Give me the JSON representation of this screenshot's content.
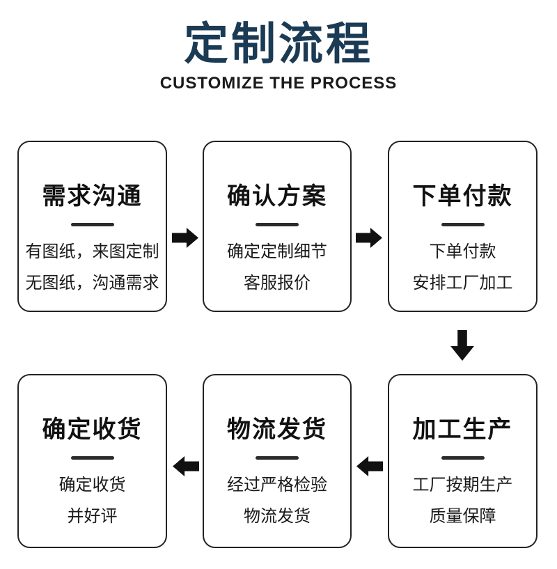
{
  "header": {
    "title": "定制流程",
    "subtitle": "CUSTOMIZE THE PROCESS"
  },
  "colors": {
    "title_navy": "#1b3a54",
    "text_black": "#1a1a1a",
    "arrow_black": "#111111",
    "box_border": "#222222",
    "background": "#ffffff"
  },
  "steps": [
    {
      "title": "需求沟通",
      "lines": [
        "有图纸，来图定制",
        "无图纸，沟通需求"
      ]
    },
    {
      "title": "确认方案",
      "lines": [
        "确定定制细节",
        "客服报价"
      ]
    },
    {
      "title": "下单付款",
      "lines": [
        "下单付款",
        "安排工厂加工"
      ]
    },
    {
      "title": "加工生产",
      "lines": [
        "工厂按期生产",
        "质量保障"
      ]
    },
    {
      "title": "物流发货",
      "lines": [
        "经过严格检验",
        "物流发货"
      ]
    },
    {
      "title": "确定收货",
      "lines": [
        "确定收货",
        "并好评"
      ]
    }
  ],
  "arrows": [
    {
      "direction": "right",
      "from": "需求沟通",
      "to": "确认方案"
    },
    {
      "direction": "right",
      "from": "确认方案",
      "to": "下单付款"
    },
    {
      "direction": "down",
      "from": "下单付款",
      "to": "加工生产"
    },
    {
      "direction": "left",
      "from": "加工生产",
      "to": "物流发货"
    },
    {
      "direction": "left",
      "from": "物流发货",
      "to": "确定收货"
    }
  ]
}
